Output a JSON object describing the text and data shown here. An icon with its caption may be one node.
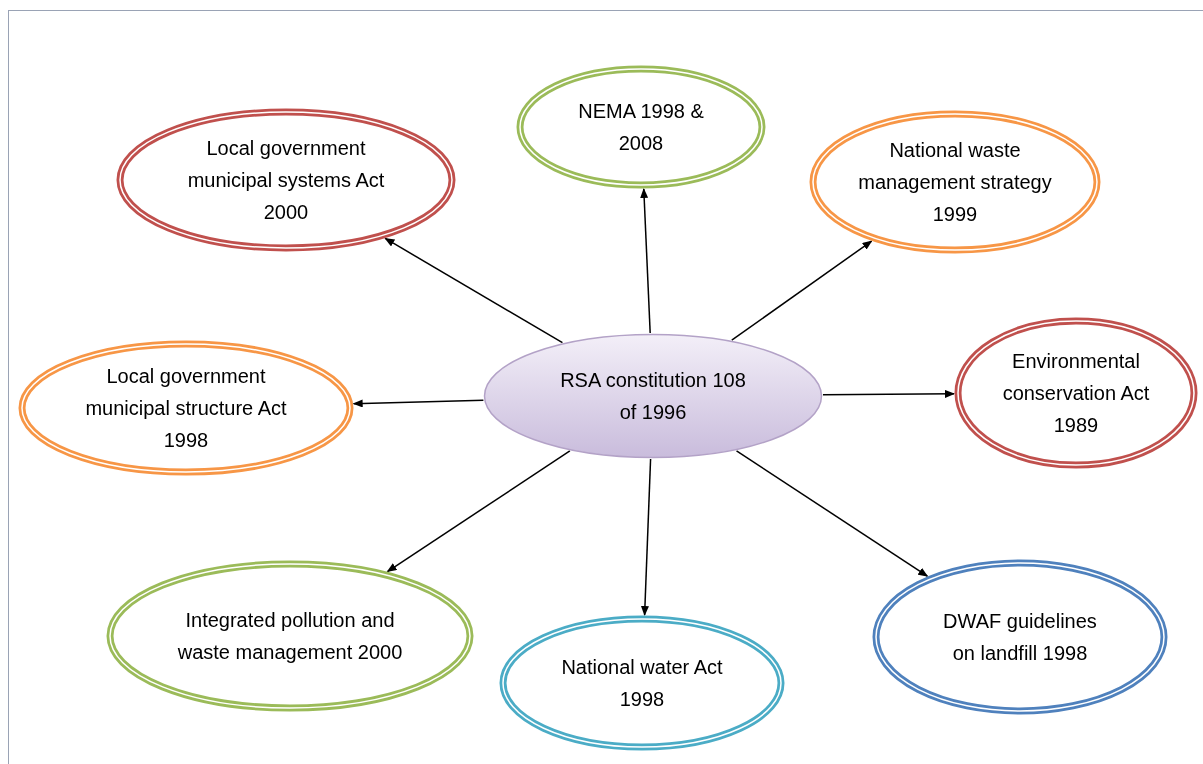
{
  "diagram": {
    "nodes": [
      {
        "text": [
          "RSA constitution 108 of 1996"
        ]
      },
      {
        "text": [
          "Local government municipal systems Act 2000"
        ]
      },
      {
        "text": [
          "NEMA 1998 & 2008"
        ]
      },
      {
        "text": [
          "National waste management strategy 1999"
        ]
      },
      {
        "text": [
          "Local government municipal structure Act 1998"
        ]
      },
      {
        "text": [
          "Environmental conservation Act 1989"
        ]
      },
      {
        "text": [
          "Integrated pollution and waste management 2000"
        ]
      },
      {
        "text": [
          "National water Act 1998"
        ]
      },
      {
        "text": [
          "DWAF guidelines on landfill 1998"
        ]
      }
    ],
    "edges": [
      {
        "from": 0,
        "to": 1,
        "arrow": "to"
      },
      {
        "from": 0,
        "to": 2,
        "arrow": "to"
      },
      {
        "from": 0,
        "to": 3,
        "arrow": "to"
      },
      {
        "from": 0,
        "to": 4,
        "arrow": "to"
      },
      {
        "from": 0,
        "to": 5,
        "arrow": "to"
      },
      {
        "from": 0,
        "to": 6,
        "arrow": "to"
      },
      {
        "from": 0,
        "to": 7,
        "arrow": "to"
      },
      {
        "from": 0,
        "to": 8,
        "arrow": "to"
      }
    ]
  }
}
